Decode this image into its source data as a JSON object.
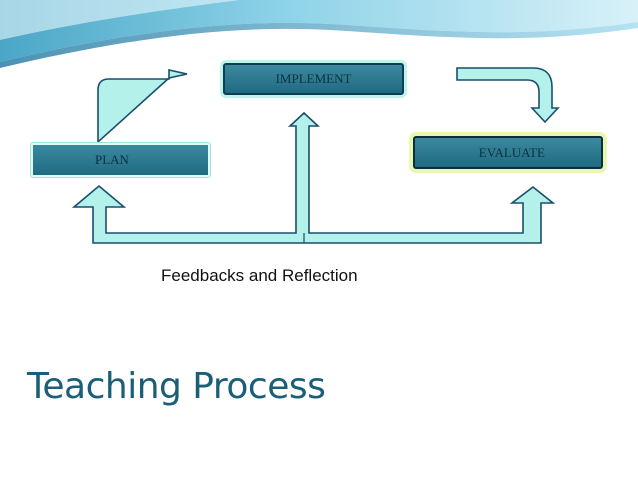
{
  "diagram": {
    "nodes": [
      {
        "id": "implement",
        "label": "IMPLEMENT"
      },
      {
        "id": "plan",
        "label": "PLAN"
      },
      {
        "id": "evaluate",
        "label": "EVALUATE"
      }
    ],
    "edges": [
      {
        "from": "plan",
        "to": "implement",
        "kind": "arrow"
      },
      {
        "from": "implement",
        "to": "evaluate",
        "kind": "arrow"
      },
      {
        "from": "feedback",
        "to": "plan",
        "kind": "arrow"
      },
      {
        "from": "feedback",
        "to": "implement",
        "kind": "arrow"
      },
      {
        "from": "feedback",
        "to": "evaluate",
        "kind": "arrow"
      }
    ],
    "feedback_label": "Feedbacks and Reflection"
  },
  "slide": {
    "title": "Teaching Process"
  },
  "colors": {
    "box_fill": "#2c7b91",
    "box_text": "#0b3142",
    "arrow_fill": "#b3f1ea",
    "arrow_stroke": "#1a4e6e",
    "title": "#1b5e77",
    "header_swoosh": "#8ed3e8"
  }
}
